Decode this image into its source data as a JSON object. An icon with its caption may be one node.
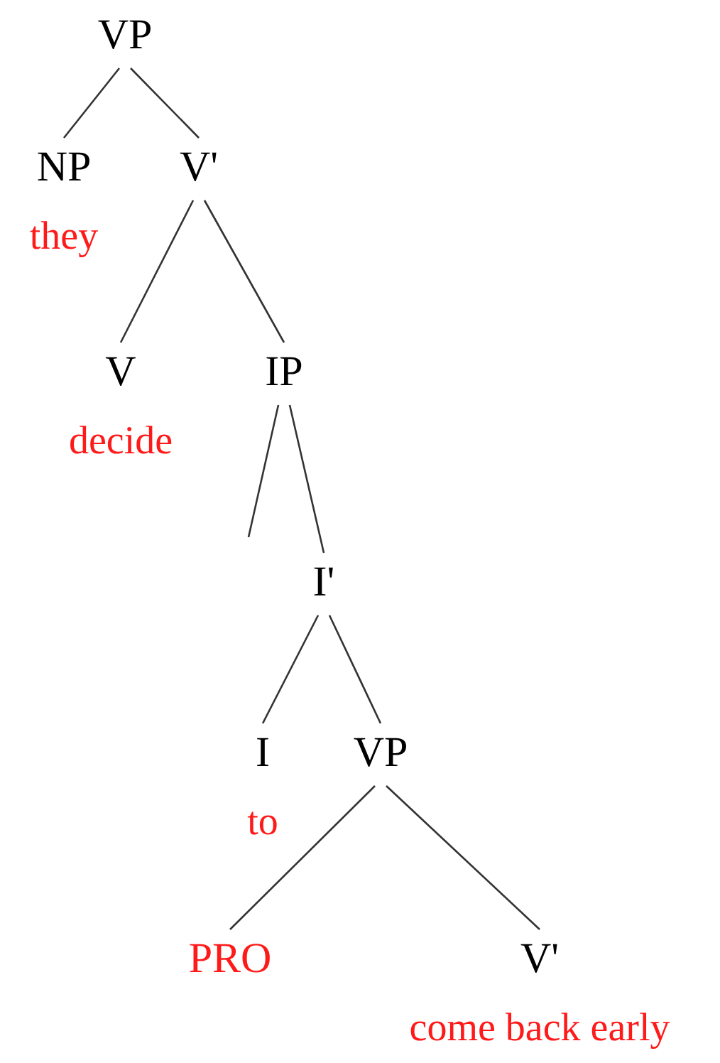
{
  "diagram": {
    "nodes": [
      {
        "text": [
          "VP"
        ]
      },
      {
        "text": [
          "NP"
        ],
        "beside": [
          "they"
        ]
      },
      {
        "text": [
          "V'"
        ]
      },
      {
        "text": [
          "V"
        ],
        "beside": [
          "decide"
        ]
      },
      {
        "text": [
          "IP"
        ]
      },
      {
        "text": [
          "I'"
        ]
      },
      {
        "text": [
          "I"
        ],
        "beside": [
          "to"
        ]
      },
      {
        "text": [
          "VP"
        ]
      },
      {
        "text": [
          "PRO"
        ]
      },
      {
        "text": [
          "V'"
        ],
        "beside": [
          "come back early"
        ]
      }
    ],
    "edges": [
      {
        "from": 0,
        "to": 1,
        "arrow": "none"
      },
      {
        "from": 0,
        "to": 2,
        "arrow": "none"
      },
      {
        "from": 2,
        "to": 3,
        "arrow": "none"
      },
      {
        "from": 2,
        "to": 4,
        "arrow": "none"
      },
      {
        "from": 4,
        "to": null,
        "arrow": "none"
      },
      {
        "from": 4,
        "to": 5,
        "arrow": "none"
      },
      {
        "from": 5,
        "to": 6,
        "arrow": "none"
      },
      {
        "from": 5,
        "to": 7,
        "arrow": "none"
      },
      {
        "from": 7,
        "to": 8,
        "arrow": "none"
      },
      {
        "from": 7,
        "to": 9,
        "arrow": "none"
      }
    ]
  }
}
